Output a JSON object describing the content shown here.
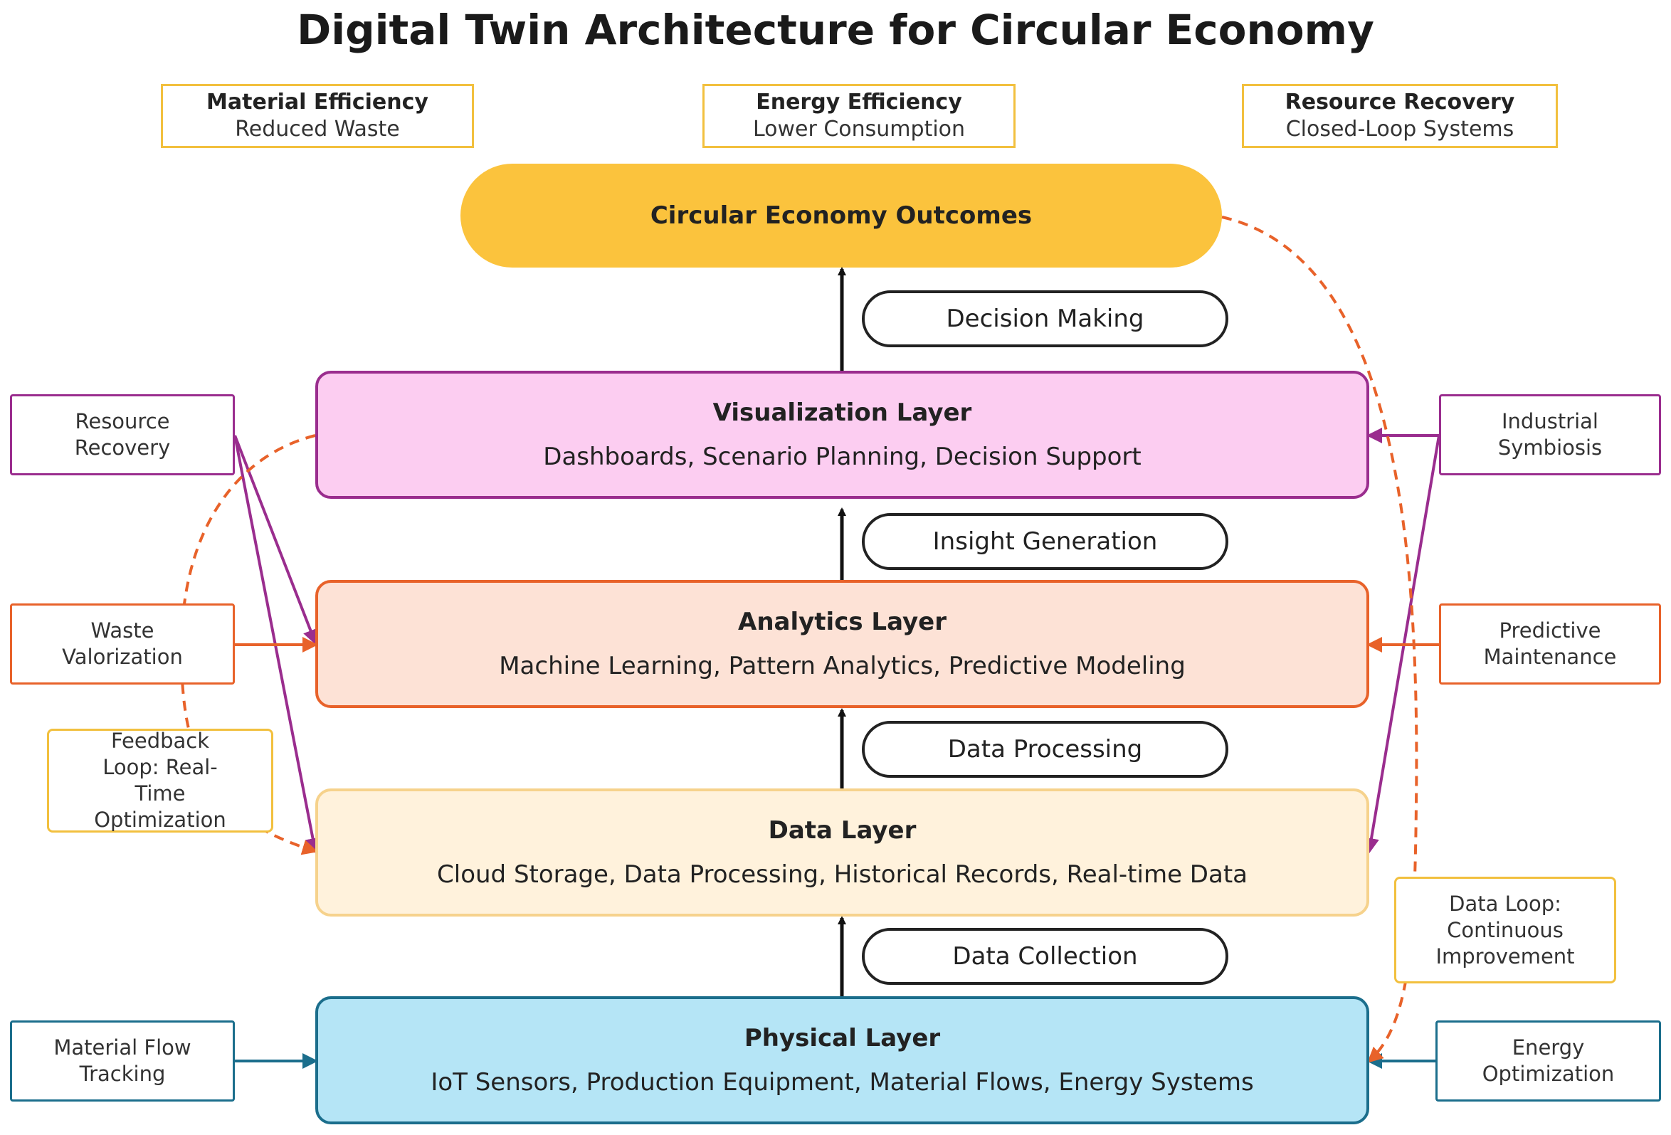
{
  "title": "Digital Twin Architecture for Circular Economy",
  "kpis": [
    {
      "heading": "Material Efficiency",
      "sub": "Reduced Waste"
    },
    {
      "heading": "Energy Efficiency",
      "sub": "Lower Consumption"
    },
    {
      "heading": "Resource Recovery",
      "sub": "Closed-Loop Systems"
    }
  ],
  "outcomes": "Circular Economy Outcomes",
  "layers": {
    "visualization": {
      "heading": "Visualization Layer",
      "sub": "Dashboards, Scenario Planning, Decision Support",
      "color": "#9a2d8e",
      "fill": "#fccdf1"
    },
    "analytics": {
      "heading": "Analytics Layer",
      "sub": "Machine Learning, Pattern Analytics, Predictive Modeling",
      "color": "#e8622a",
      "fill": "#fde2d6"
    },
    "data": {
      "heading": "Data Layer",
      "sub": "Cloud Storage, Data Processing, Historical Records, Real-time Data",
      "color": "#f6d28c",
      "fill": "#fff2dc"
    },
    "physical": {
      "heading": "Physical Layer",
      "sub": "IoT Sensors, Production Equipment, Material Flows, Energy Systems",
      "color": "#1b6e8c",
      "fill": "#b5e5f6"
    }
  },
  "flows": {
    "decision_making": "Decision Making",
    "insight_generation": "Insight Generation",
    "data_processing": "Data Processing",
    "data_collection": "Data Collection"
  },
  "side": {
    "resource_recovery": [
      "Resource",
      "Recovery"
    ],
    "waste_valorization": [
      "Waste",
      "Valorization"
    ],
    "material_flow_tracking": [
      "Material Flow",
      "Tracking"
    ],
    "industrial_symbiosis": [
      "Industrial",
      "Symbiosis"
    ],
    "predictive_maintenance": [
      "Predictive",
      "Maintenance"
    ],
    "energy_optimization": [
      "Energy",
      "Optimization"
    ]
  },
  "notes": {
    "feedback_loop": [
      "Feedback",
      "Loop:  Real-",
      "Time",
      "Optimization"
    ],
    "data_loop": [
      "Data Loop:",
      "Continuous",
      "Improvement"
    ]
  },
  "colors": {
    "purple": "#9a2d8e",
    "orange": "#e8622a",
    "teal": "#1b6e8c",
    "dashed": "#e8622a",
    "gold": "#f2c03e"
  }
}
